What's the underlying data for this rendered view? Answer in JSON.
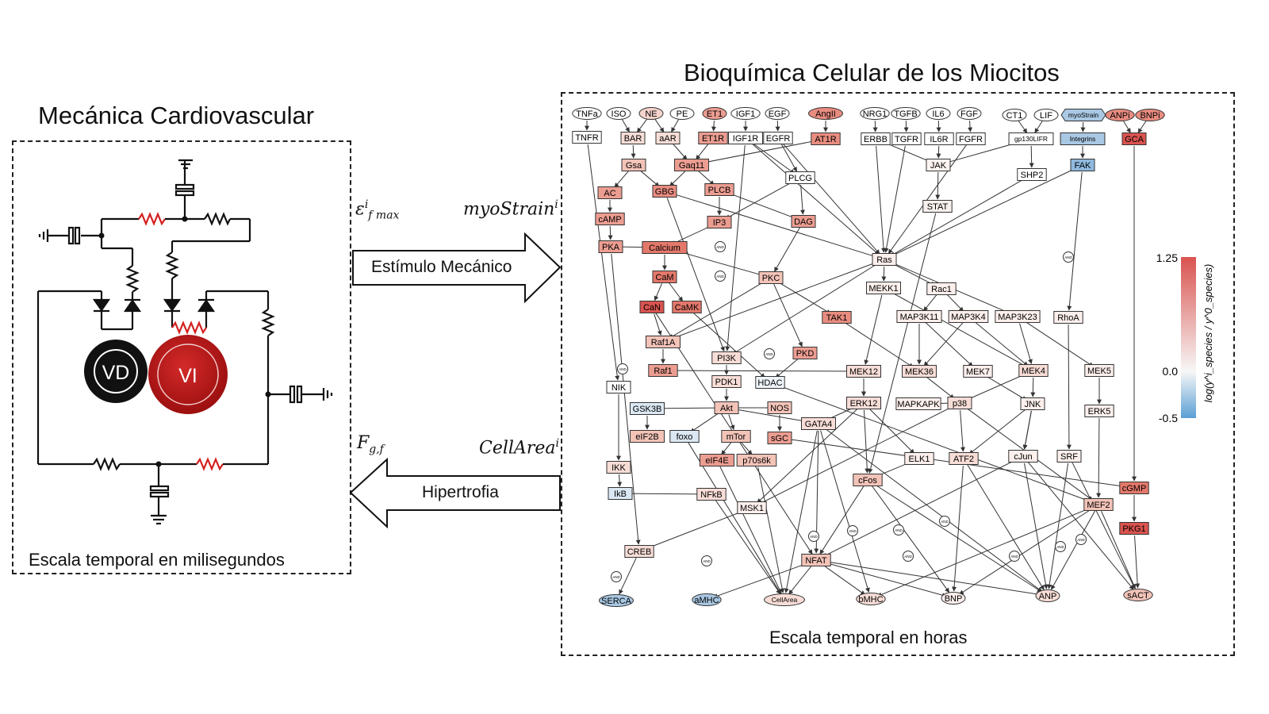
{
  "left": {
    "title": "Mecánica Cardiovascular",
    "caption": "Escala temporal en milisegundos",
    "rv_label": "VD",
    "lv_label": "VI"
  },
  "right": {
    "title": "Bioquímica Celular de los Miocitos",
    "caption": "Escala temporal en horas"
  },
  "arrows": {
    "top_label": "Estímulo Mecánico",
    "bottom_label": "Hipertrofia"
  },
  "math": {
    "eps_base": "ε",
    "eps_sup": "i",
    "eps_sub": "f max",
    "myo_base": "myoStrain",
    "myo_sup": "i",
    "f_base": "F",
    "f_sub": "g,f",
    "cell_base": "CellArea",
    "cell_sup": "i"
  },
  "colorbar": {
    "max_label": "1.25",
    "mid_label": "0.0",
    "min_label": "-0.5",
    "title": "log(y^i_species / y^0_species)",
    "color_high": "#d9534f",
    "color_mid": "#f7f7f7",
    "color_low": "#5a9fd4"
  },
  "network": {
    "nodes": [
      {
        "id": "TNFa",
        "label": "TNFa",
        "shape": "ellipse",
        "fill": "#ffffff"
      },
      {
        "id": "ISO",
        "label": "ISO",
        "shape": "ellipse",
        "fill": "#ffffff"
      },
      {
        "id": "NE",
        "label": "NE",
        "shape": "ellipse",
        "fill": "#f6d3cc"
      },
      {
        "id": "PE",
        "label": "PE",
        "shape": "ellipse",
        "fill": "#ffffff"
      },
      {
        "id": "ET1",
        "label": "ET1",
        "shape": "ellipse",
        "fill": "#ec9d91"
      },
      {
        "id": "IGF1",
        "label": "IGF1",
        "shape": "ellipse",
        "fill": "#ffffff"
      },
      {
        "id": "EGF",
        "label": "EGF",
        "shape": "ellipse",
        "fill": "#ffffff"
      },
      {
        "id": "AngII",
        "label": "AngII",
        "shape": "ellipse",
        "fill": "#e98c80"
      },
      {
        "id": "NRG1",
        "label": "NRG1",
        "shape": "ellipse",
        "fill": "#ffffff"
      },
      {
        "id": "TGFB",
        "label": "TGFB",
        "shape": "ellipse",
        "fill": "#ffffff"
      },
      {
        "id": "IL6",
        "label": "IL6",
        "shape": "ellipse",
        "fill": "#ffffff"
      },
      {
        "id": "FGF",
        "label": "FGF",
        "shape": "ellipse",
        "fill": "#ffffff"
      },
      {
        "id": "CT1",
        "label": "CT1",
        "shape": "ellipse",
        "fill": "#ffffff"
      },
      {
        "id": "LIF",
        "label": "LIF",
        "shape": "ellipse",
        "fill": "#ffffff"
      },
      {
        "id": "myoStrain",
        "label": "myoStrain",
        "shape": "hex",
        "fill": "#a9c8e3"
      },
      {
        "id": "ANPi",
        "label": "ANPi",
        "shape": "ellipse",
        "fill": "#e98c80"
      },
      {
        "id": "BNPi",
        "label": "BNPi",
        "shape": "ellipse",
        "fill": "#e98c80"
      },
      {
        "id": "TNFR",
        "label": "TNFR",
        "shape": "rect",
        "fill": "#ffffff"
      },
      {
        "id": "BAR",
        "label": "BAR",
        "shape": "rect",
        "fill": "#f8ddd7"
      },
      {
        "id": "aAR",
        "label": "aAR",
        "shape": "rect",
        "fill": "#f8ddd7"
      },
      {
        "id": "ET1R",
        "label": "ET1R",
        "shape": "rect",
        "fill": "#ec9d91"
      },
      {
        "id": "IGF1R",
        "label": "IGF1R",
        "shape": "rect",
        "fill": "#ffffff"
      },
      {
        "id": "EGFR",
        "label": "EGFR",
        "shape": "rect",
        "fill": "#ffffff"
      },
      {
        "id": "AT1R",
        "label": "AT1R",
        "shape": "rect",
        "fill": "#e98c80"
      },
      {
        "id": "ERBB",
        "label": "ERBB",
        "shape": "rect",
        "fill": "#ffffff"
      },
      {
        "id": "TGFR",
        "label": "TGFR",
        "shape": "rect",
        "fill": "#ffffff"
      },
      {
        "id": "IL6R",
        "label": "IL6R",
        "shape": "rect",
        "fill": "#ffffff"
      },
      {
        "id": "FGFR",
        "label": "FGFR",
        "shape": "rect",
        "fill": "#ffffff"
      },
      {
        "id": "gp130LIFR",
        "label": "gp130LIFR",
        "shape": "rect",
        "fill": "#ffffff"
      },
      {
        "id": "Integrins",
        "label": "Integrins",
        "shape": "rect",
        "fill": "#a9c8e3"
      },
      {
        "id": "GCA",
        "label": "GCA",
        "shape": "rect",
        "fill": "#d9534f"
      },
      {
        "id": "Gsa",
        "label": "Gsa",
        "shape": "rect",
        "fill": "#f3c3b8"
      },
      {
        "id": "Gaq11",
        "label": "Gaq11",
        "shape": "rect",
        "fill": "#ec9d91"
      },
      {
        "id": "PLCG",
        "label": "PLCG",
        "shape": "rect",
        "fill": "#ffffff"
      },
      {
        "id": "JAK",
        "label": "JAK",
        "shape": "rect",
        "fill": "#fdf3f0"
      },
      {
        "id": "FAK",
        "label": "FAK",
        "shape": "rect",
        "fill": "#8fb9de"
      },
      {
        "id": "AC",
        "label": "AC",
        "shape": "rect",
        "fill": "#ec9d91"
      },
      {
        "id": "GBG",
        "label": "GBG",
        "shape": "rect",
        "fill": "#e98c80"
      },
      {
        "id": "PLCB",
        "label": "PLCB",
        "shape": "rect",
        "fill": "#ec9d91"
      },
      {
        "id": "SHP2",
        "label": "SHP2",
        "shape": "rect",
        "fill": "#ffffff"
      },
      {
        "id": "cAMP",
        "label": "cAMP",
        "shape": "rect",
        "fill": "#ec9d91"
      },
      {
        "id": "IP3",
        "label": "IP3",
        "shape": "rect",
        "fill": "#ec9d91"
      },
      {
        "id": "DAG",
        "label": "DAG",
        "shape": "rect",
        "fill": "#ec9d91"
      },
      {
        "id": "STAT",
        "label": "STAT",
        "shape": "rect",
        "fill": "#f8f0ee"
      },
      {
        "id": "PKA",
        "label": "PKA",
        "shape": "rect",
        "fill": "#ec9d91"
      },
      {
        "id": "Calcium",
        "label": "Calcium",
        "shape": "rect",
        "fill": "#e3786b"
      },
      {
        "id": "Ras",
        "label": "Ras",
        "shape": "rect",
        "fill": "#fcefec"
      },
      {
        "id": "CaM",
        "label": "CaM",
        "shape": "rect",
        "fill": "#e3786b"
      },
      {
        "id": "PKC",
        "label": "PKC",
        "shape": "rect",
        "fill": "#f3c3b8"
      },
      {
        "id": "CaN",
        "label": "CaN",
        "shape": "rect",
        "fill": "#d9534f"
      },
      {
        "id": "CaMK",
        "label": "CaMK",
        "shape": "rect",
        "fill": "#e3786b"
      },
      {
        "id": "MEKK1",
        "label": "MEKK1",
        "shape": "rect",
        "fill": "#fcefec"
      },
      {
        "id": "Rac1",
        "label": "Rac1",
        "shape": "rect",
        "fill": "#fcefec"
      },
      {
        "id": "TAK1",
        "label": "TAK1",
        "shape": "rect",
        "fill": "#e98c80"
      },
      {
        "id": "MAP3K11",
        "label": "MAP3K11",
        "shape": "rect",
        "fill": "#fcefec"
      },
      {
        "id": "MAP3K4",
        "label": "MAP3K4",
        "shape": "rect",
        "fill": "#fcefec"
      },
      {
        "id": "MAP3K23",
        "label": "MAP3K23",
        "shape": "rect",
        "fill": "#fcefec"
      },
      {
        "id": "RhoA",
        "label": "RhoA",
        "shape": "rect",
        "fill": "#fcefec"
      },
      {
        "id": "Raf1A",
        "label": "Raf1A",
        "shape": "rect",
        "fill": "#f3c3b8"
      },
      {
        "id": "PI3K",
        "label": "PI3K",
        "shape": "rect",
        "fill": "#f8ddd7"
      },
      {
        "id": "PKD",
        "label": "PKD",
        "shape": "rect",
        "fill": "#ec9d91"
      },
      {
        "id": "Raf1",
        "label": "Raf1",
        "shape": "rect",
        "fill": "#ec9d91"
      },
      {
        "id": "MEK12",
        "label": "MEK12",
        "shape": "rect",
        "fill": "#f8ddd7"
      },
      {
        "id": "MEK36",
        "label": "MEK36",
        "shape": "rect",
        "fill": "#f8ddd7"
      },
      {
        "id": "MEK7",
        "label": "MEK7",
        "shape": "rect",
        "fill": "#fcefec"
      },
      {
        "id": "MEK4",
        "label": "MEK4",
        "shape": "rect",
        "fill": "#f8ddd7"
      },
      {
        "id": "MEK5",
        "label": "MEK5",
        "shape": "rect",
        "fill": "#fcefec"
      },
      {
        "id": "NIK",
        "label": "NIK",
        "shape": "rect",
        "fill": "#ffffff"
      },
      {
        "id": "PDK1",
        "label": "PDK1",
        "shape": "rect",
        "fill": "#f8ddd7"
      },
      {
        "id": "HDAC",
        "label": "HDAC",
        "shape": "rect",
        "fill": "#eef4fa"
      },
      {
        "id": "ERK12",
        "label": "ERK12",
        "shape": "rect",
        "fill": "#f8ddd7"
      },
      {
        "id": "MAPKAPK",
        "label": "MAPKAPK",
        "shape": "rect",
        "fill": "#fcefec"
      },
      {
        "id": "p38",
        "label": "p38",
        "shape": "rect",
        "fill": "#f8ddd7"
      },
      {
        "id": "JNK",
        "label": "JNK",
        "shape": "rect",
        "fill": "#fcefec"
      },
      {
        "id": "ERK5",
        "label": "ERK5",
        "shape": "rect",
        "fill": "#fcefec"
      },
      {
        "id": "GSK3B",
        "label": "GSK3B",
        "shape": "rect",
        "fill": "#dbe8f4"
      },
      {
        "id": "Akt",
        "label": "Akt",
        "shape": "rect",
        "fill": "#f3c3b8"
      },
      {
        "id": "NOS",
        "label": "NOS",
        "shape": "rect",
        "fill": "#f3c3b8"
      },
      {
        "id": "GATA4",
        "label": "GATA4",
        "shape": "rect",
        "fill": "#f8ddd7"
      },
      {
        "id": "eIF2B",
        "label": "eIF2B",
        "shape": "rect",
        "fill": "#f3c3b8"
      },
      {
        "id": "foxo",
        "label": "foxo",
        "shape": "rect",
        "fill": "#dbe8f4"
      },
      {
        "id": "mTor",
        "label": "mTor",
        "shape": "rect",
        "fill": "#f3c3b8"
      },
      {
        "id": "sGC",
        "label": "sGC",
        "shape": "rect",
        "fill": "#ec9d91"
      },
      {
        "id": "eIF4E",
        "label": "eIF4E",
        "shape": "rect",
        "fill": "#ec9d91"
      },
      {
        "id": "p70s6k",
        "label": "p70s6k",
        "shape": "rect",
        "fill": "#f3c3b8"
      },
      {
        "id": "ELK1",
        "label": "ELK1",
        "shape": "rect",
        "fill": "#fcefec"
      },
      {
        "id": "ATF2",
        "label": "ATF2",
        "shape": "rect",
        "fill": "#f8ddd7"
      },
      {
        "id": "cJun",
        "label": "cJun",
        "shape": "rect",
        "fill": "#fcefec"
      },
      {
        "id": "SRF",
        "label": "SRF",
        "shape": "rect",
        "fill": "#fcefec"
      },
      {
        "id": "IKK",
        "label": "IKK",
        "shape": "rect",
        "fill": "#f8ddd7"
      },
      {
        "id": "cFos",
        "label": "cFos",
        "shape": "rect",
        "fill": "#f3c3b8"
      },
      {
        "id": "cGMP",
        "label": "cGMP",
        "shape": "rect",
        "fill": "#e3786b"
      },
      {
        "id": "IkB",
        "label": "IkB",
        "shape": "rect",
        "fill": "#dbe8f4"
      },
      {
        "id": "NFkB",
        "label": "NFkB",
        "shape": "rect",
        "fill": "#f8ddd7"
      },
      {
        "id": "MSK1",
        "label": "MSK1",
        "shape": "rect",
        "fill": "#fcefec"
      },
      {
        "id": "MEF2",
        "label": "MEF2",
        "shape": "rect",
        "fill": "#f3c3b8"
      },
      {
        "id": "PKG1",
        "label": "PKG1",
        "shape": "rect",
        "fill": "#d9534f"
      },
      {
        "id": "CREB",
        "label": "CREB",
        "shape": "rect",
        "fill": "#f8ddd7"
      },
      {
        "id": "NFAT",
        "label": "NFAT",
        "shape": "rect",
        "fill": "#f3c3b8"
      },
      {
        "id": "SERCA",
        "label": "SERCA",
        "shape": "ellipse",
        "fill": "#a9c8e3"
      },
      {
        "id": "aMHC",
        "label": "aMHC",
        "shape": "ellipse",
        "fill": "#a9c8e3"
      },
      {
        "id": "CellArea",
        "label": "CellArea",
        "shape": "ellipse",
        "fill": "#f8ddd7"
      },
      {
        "id": "bMHC",
        "label": "bMHC",
        "shape": "ellipse",
        "fill": "#f8ddd7"
      },
      {
        "id": "BNP",
        "label": "BNP",
        "shape": "ellipse",
        "fill": "#fcefec"
      },
      {
        "id": "ANP",
        "label": "ANP",
        "shape": "ellipse",
        "fill": "#f8ddd7"
      },
      {
        "id": "sACT",
        "label": "sACT",
        "shape": "ellipse",
        "fill": "#f3c3b8"
      }
    ],
    "and_label": "AND"
  }
}
